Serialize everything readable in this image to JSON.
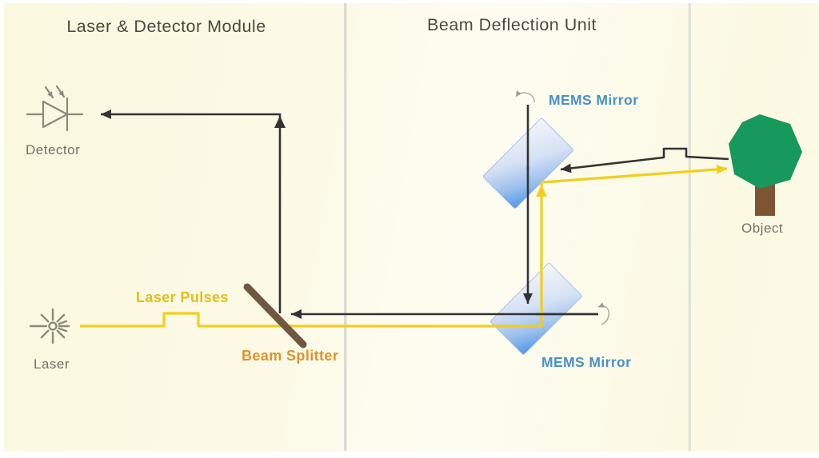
{
  "diagram": {
    "left_panel": {
      "title": "Laser & Detector Module"
    },
    "middle_panel": {
      "title": "Beam Deflection Unit"
    },
    "labels": {
      "detector": "Detector",
      "laser": "Laser",
      "laser_pulses": "Laser Pulses",
      "beam_splitter": "Beam Splitter",
      "mems_mirror_top": "MEMS Mirror",
      "mems_mirror_bottom": "MEMS Mirror",
      "object": "Object"
    },
    "colors": {
      "background": "#fbf9e3",
      "outgoing_beam_yellow": "#f2cd1f",
      "return_beam_black": "#333333",
      "mems_mirror_blue": "#4f97e6",
      "mems_label_blue": "#4a90c8",
      "beam_splitter_bar_brown": "#6f5740",
      "beam_splitter_label_orange": "#e2922d",
      "laser_pulses_label_gold": "#e7bd14",
      "tree_canopy_green": "#17985c",
      "tree_trunk_brown": "#7d5533",
      "symbol_gray": "#8a8a7c",
      "title_gray": "#4a4a43",
      "caption_gray": "#72726a",
      "divider_gray": "#dcdcd4"
    }
  }
}
